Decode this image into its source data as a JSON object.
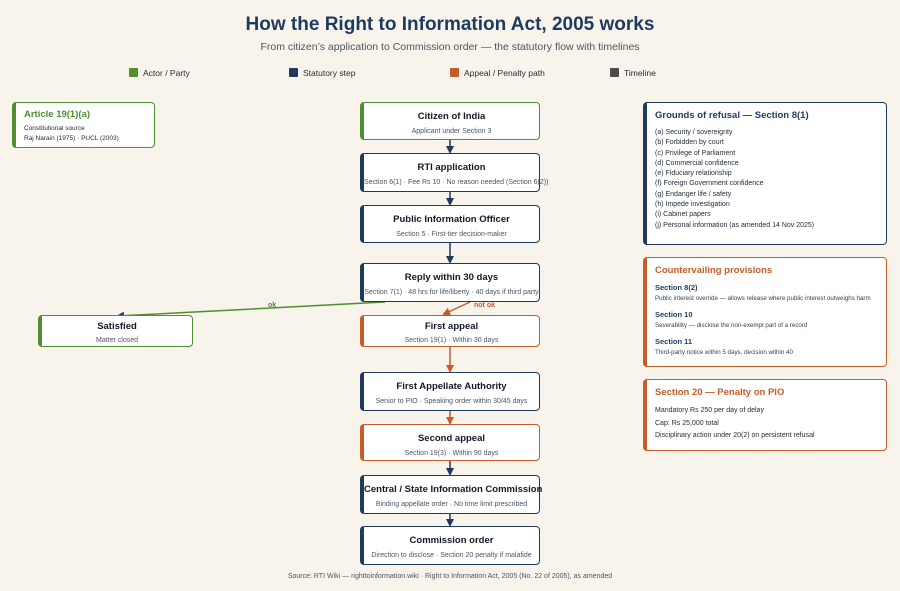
{
  "title": "How the Right to Information Act, 2005 works",
  "subtitle": "From citizen’s application to Commission order — the statutory flow with timelines",
  "legend": [
    {
      "label": "Actor / Party",
      "color": "#4e8f2f"
    },
    {
      "label": "Statutory step",
      "color": "#1e3a5f"
    },
    {
      "label": "Appeal / Penalty path",
      "color": "#c65d28"
    },
    {
      "label": "Timeline",
      "color": "#4b4b4b"
    }
  ],
  "flow": [
    {
      "title": "Citizen of India",
      "sub": "Applicant under Section 3",
      "kind": "actor"
    },
    {
      "title": "RTI application",
      "sub": "Section 6(1) · Fee Rs 10 · No reason needed (Section 6(2))",
      "kind": "step"
    },
    {
      "title": "Public Information Officer",
      "sub": "Section 5 · First-tier decision-maker",
      "kind": "step"
    },
    {
      "title": "Reply within 30 days",
      "sub": "Section 7(1) · 48 hrs for life/liberty · 40 days if third party",
      "kind": "step"
    },
    {
      "title": "First appeal",
      "sub": "Section 19(1) · Within 30 days",
      "kind": "appeal"
    },
    {
      "title": "First Appellate Authority",
      "sub": "Senior to PIO · Speaking order within 30/45 days",
      "kind": "step"
    },
    {
      "title": "Second appeal",
      "sub": "Section 19(3) · Within 90 days",
      "kind": "appeal"
    },
    {
      "title": "Central / State Information Commission",
      "sub": "Binding appellate order · No time limit prescribed",
      "kind": "step"
    },
    {
      "title": "Commission order",
      "sub": "Direction to disclose · Section 20 penalty if malafide",
      "kind": "step"
    }
  ],
  "satisfied": {
    "title": "Satisfied",
    "sub": "Matter closed"
  },
  "edge_labels": {
    "ok": "ok",
    "not_ok": "not ok"
  },
  "article": {
    "title": "Article 19(1)(a)",
    "lines": [
      "Constitutional source",
      "Raj Narain (1975) · PUCL (2003)"
    ]
  },
  "refusal": {
    "title": "Grounds of refusal — Section 8(1)",
    "items": [
      "(a) Security / sovereignty",
      "(b) Forbidden by court",
      "(c) Privilege of Parliament",
      "(d) Commercial confidence",
      "(e) Fiduciary relationship",
      "(f) Foreign Government confidence",
      "(g) Endanger life / safety",
      "(h) Impede investigation",
      "(i) Cabinet papers",
      "(j) Personal information (as amended 14 Nov 2025)"
    ]
  },
  "countervailing": {
    "title": "Countervailing provisions",
    "items": [
      {
        "heading": "Section 8(2)",
        "text": "Public interest override — allows release where public interest outweighs harm"
      },
      {
        "heading": "Section 10",
        "text": "Severability — disclose the non-exempt part of a record"
      },
      {
        "heading": "Section 11",
        "text": "Third-party notice within 5 days, decision within 40"
      }
    ]
  },
  "penalty": {
    "title": "Section 20 — Penalty on PIO",
    "items": [
      "Mandatory Rs 250 per day of delay",
      "Cap: Rs 25,000 total",
      "Disciplinary action under 20(2) on persistent refusal"
    ]
  },
  "source": "Source: RTI Wiki — righttoinformation.wiki · Right to Information Act, 2005 (No. 22 of 2005), as amended"
}
